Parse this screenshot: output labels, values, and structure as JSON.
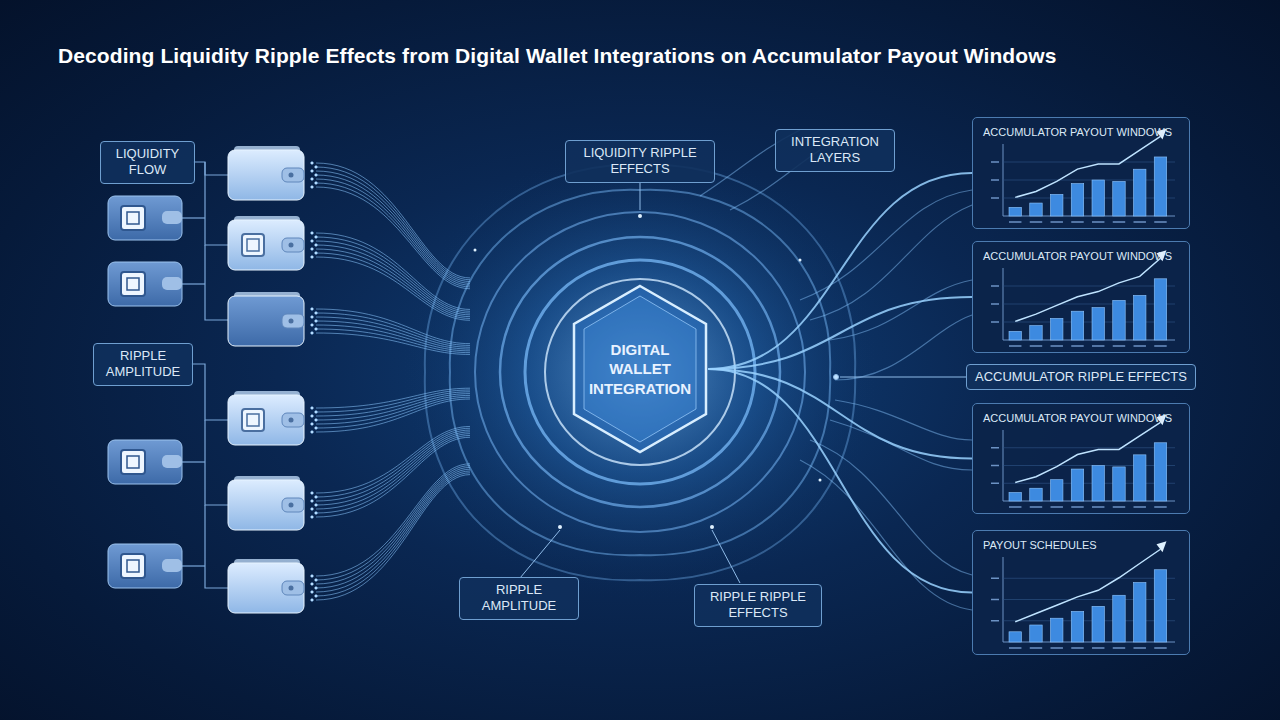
{
  "diagram": {
    "title": "Decoding Liquidity Ripple Effects from Digital Wallet Integrations on Accumulator Payout Windows",
    "nodes": [
      {
        "text": [
          "LIQUIDITY FLOW"
        ]
      },
      {
        "text": [
          "RIPPLE AMPLITUDE"
        ]
      },
      {
        "text": [
          "LIQUIDITY RIPPLE EFFECTS"
        ]
      },
      {
        "text": [
          "INTEGRATION LAYERS"
        ]
      },
      {
        "text": [
          "DIGITAL WALLET INTEGRATION"
        ]
      },
      {
        "text": [
          "ACCUMULATOR PAYOUT WINDOWS"
        ]
      },
      {
        "text": [
          "ACCUMULATOR PAYOUT WINDOWS"
        ]
      },
      {
        "text": [
          "ACCUMULATOR RIPPLE EFFECTS"
        ]
      },
      {
        "text": [
          "ACCUMULATOR PAYOUT WINDOWS"
        ]
      },
      {
        "text": [
          "PAYOUT SCHEDULES"
        ]
      },
      {
        "text": [
          "RIPPLE AMPLITUDE"
        ]
      },
      {
        "text": [
          "RIPPLE RIPPLE EFFECTS"
        ]
      }
    ],
    "edges": [
      {
        "from": 4,
        "to": 5,
        "arrow": "none"
      },
      {
        "from": 4,
        "to": 6,
        "arrow": "none"
      },
      {
        "from": 4,
        "to": 8,
        "arrow": "none"
      },
      {
        "from": 4,
        "to": 9,
        "arrow": "none"
      }
    ]
  }
}
